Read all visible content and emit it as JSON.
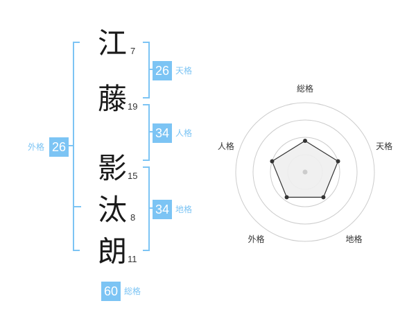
{
  "name": {
    "chars": [
      {
        "char": "江",
        "strokes": "7"
      },
      {
        "char": "藤",
        "strokes": "19"
      },
      {
        "char": "影",
        "strokes": "15"
      },
      {
        "char": "汰",
        "strokes": "8"
      },
      {
        "char": "朗",
        "strokes": "11"
      }
    ]
  },
  "fortunes": {
    "tenkaku": {
      "value": "26",
      "label": "天格"
    },
    "jinkaku": {
      "value": "34",
      "label": "人格"
    },
    "chikaku": {
      "value": "34",
      "label": "地格"
    },
    "gaikaku": {
      "value": "26",
      "label": "外格"
    },
    "soukaku": {
      "value": "60",
      "label": "総格"
    }
  },
  "radar": {
    "axes": [
      "総格",
      "天格",
      "地格",
      "外格",
      "人格"
    ],
    "values": [
      0.45,
      0.5,
      0.45,
      0.45,
      0.5
    ],
    "rings": 4,
    "color_line": "#333333",
    "color_fill": "#eeeeee",
    "color_ring": "#cccccc"
  }
}
